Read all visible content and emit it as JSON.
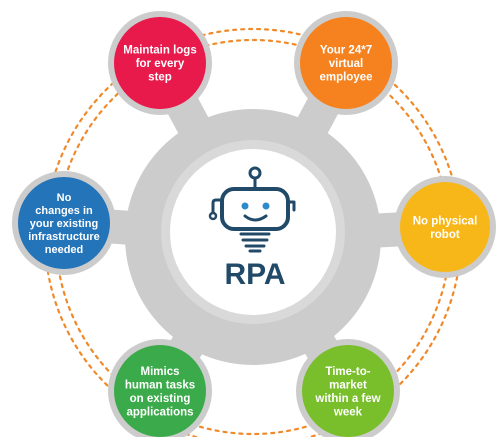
{
  "center": {
    "title": "RPA",
    "icon": "robot-icon"
  },
  "colors": {
    "hub": "#cccccc",
    "center_ring": "#d9d9d9",
    "center_fill": "#ffffff",
    "dark_blue": "#214a68",
    "robot_eye_accent": "#2e8bc9",
    "dashed_ring": "#f0892a"
  },
  "nodes": [
    {
      "id": "maintain-logs",
      "color": "#e8194b",
      "lines": [
        "Maintain logs",
        "for every",
        "step"
      ]
    },
    {
      "id": "virtual-employee",
      "color": "#f5821f",
      "lines": [
        "Your 24*7",
        "virtual",
        "employee"
      ]
    },
    {
      "id": "no-physical-robot",
      "color": "#f7b719",
      "lines": [
        "No physical",
        "robot"
      ]
    },
    {
      "id": "time-to-market",
      "color": "#78bf2b",
      "lines": [
        "Time-to-",
        "market",
        "within a few",
        "week"
      ]
    },
    {
      "id": "mimics-human-tasks",
      "color": "#3aaa4a",
      "lines": [
        "Mimics",
        "human tasks",
        "on existing",
        "applications"
      ]
    },
    {
      "id": "no-infra-changes",
      "color": "#2474ba",
      "lines": [
        "No",
        "changes in",
        "your existing",
        "infrastructure",
        "needed"
      ]
    }
  ]
}
